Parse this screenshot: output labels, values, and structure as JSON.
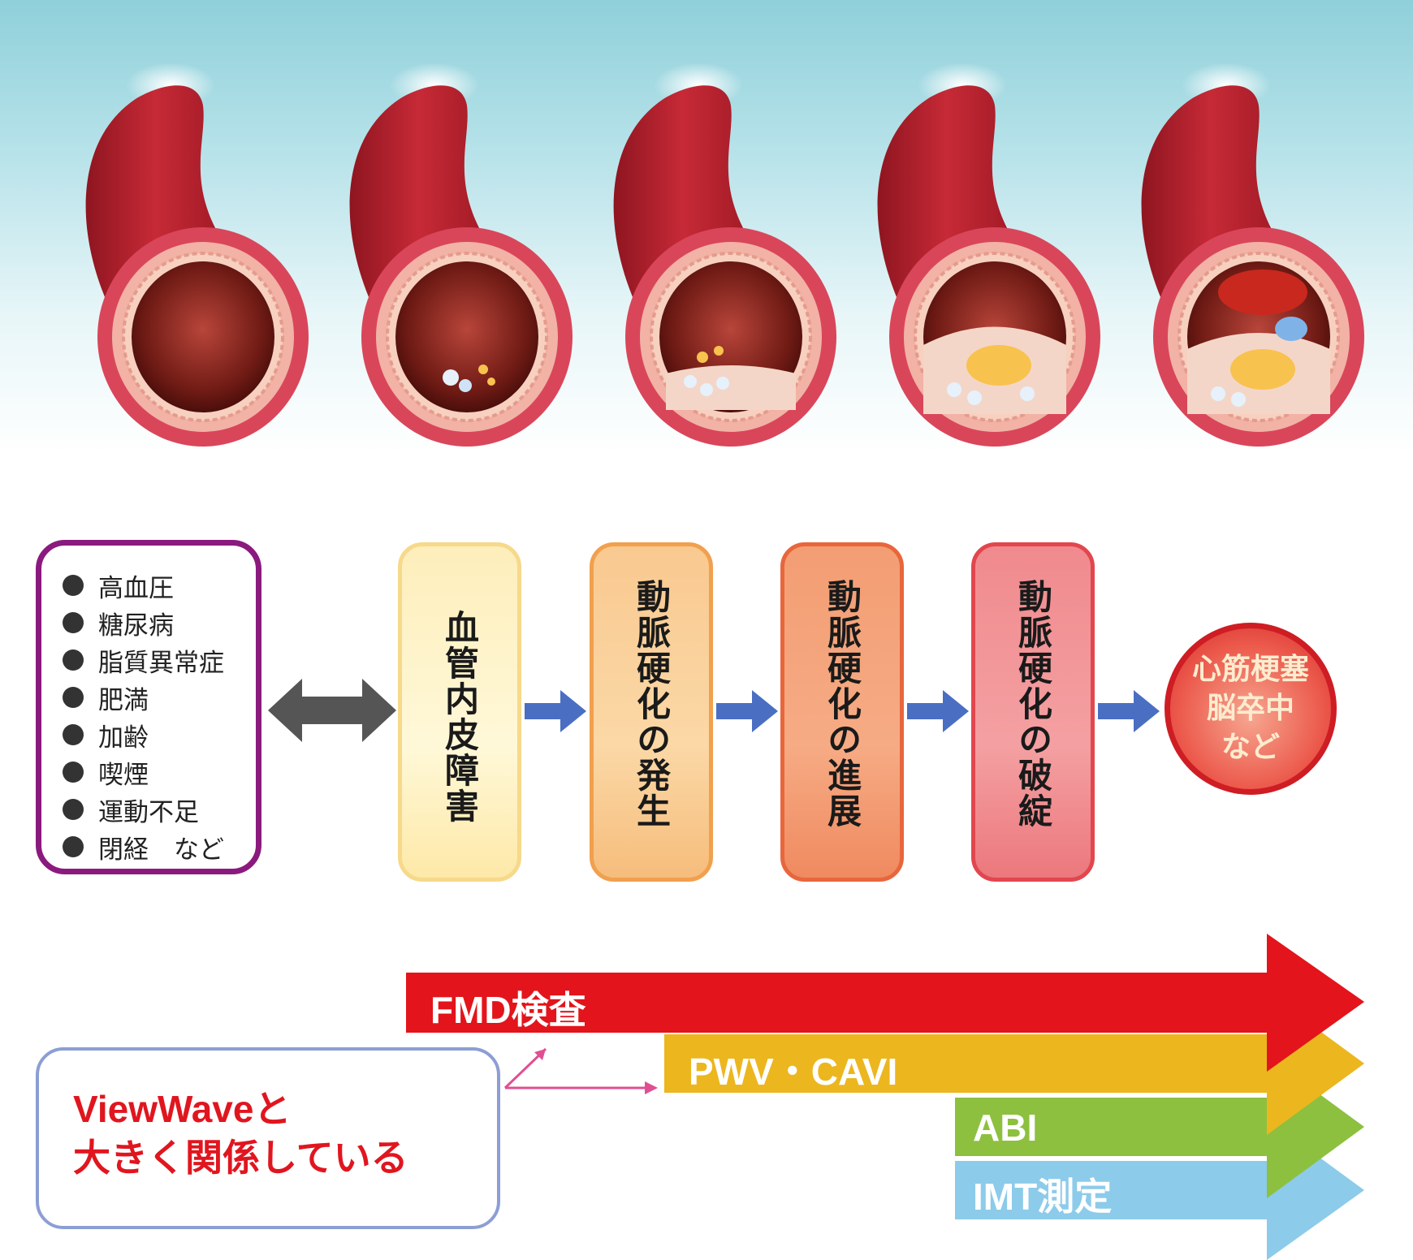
{
  "risk_factors": [
    "高血圧",
    "糖尿病",
    "脂質異常症",
    "肥満",
    "加齢",
    "喫煙",
    "運動不足",
    "閉経　など"
  ],
  "stages": [
    "血管内皮障害",
    "動脈硬化の発生",
    "動脈硬化の進展",
    "動脈硬化の破綻"
  ],
  "outcome": [
    "心筋梗塞",
    "脳卒中",
    "など"
  ],
  "tests": [
    "FMD検査",
    "PWV・CAVI",
    "ABI",
    "IMT測定"
  ],
  "viewwave": [
    "ViewWaveと",
    "大きく関係している"
  ],
  "colors": {
    "risk_border": "#8b1a7e",
    "flow_arrow": "#4a6fc2",
    "double_arrow": "#555555",
    "fmd": "#e3141b",
    "pwv": "#ecb61f",
    "abi": "#8dc03f",
    "imt": "#8ccbea",
    "viewwave_text": "#e0161f",
    "viewwave_border": "#8c9ed4"
  }
}
